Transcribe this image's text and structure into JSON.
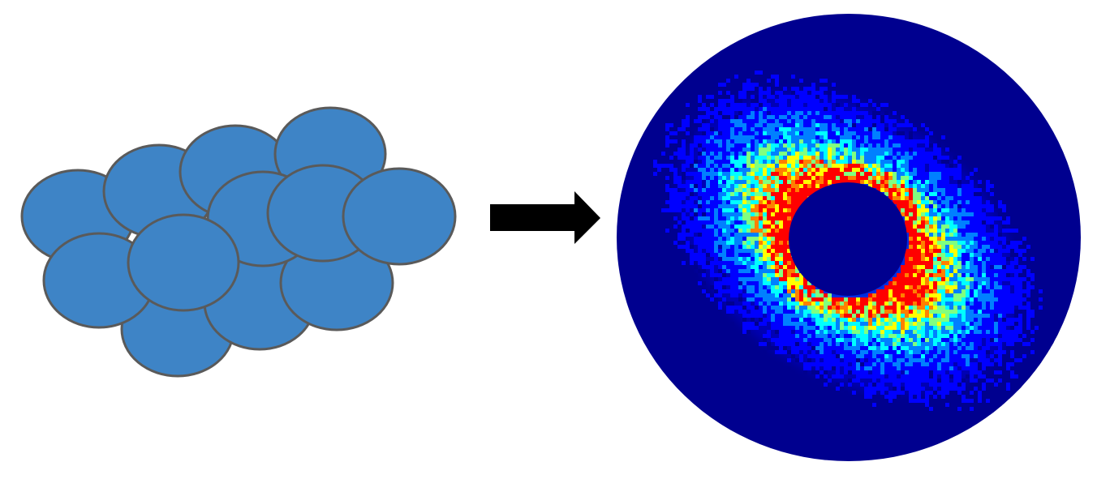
{
  "diagram": {
    "left_panel": {
      "kind": "overlapping-ellipses-cluster",
      "fill_color": "#3e84c6",
      "stroke_color": "#5a5a5a"
    },
    "arrow": {
      "direction": "right",
      "color": "#000000"
    },
    "right_panel": {
      "kind": "scattering-pattern-disk",
      "background_color": "#00008f",
      "colormap": [
        "#00008f",
        "#0000ff",
        "#0080ff",
        "#00ffff",
        "#80ff80",
        "#ffff00",
        "#ff8000",
        "#ff0000"
      ]
    }
  }
}
